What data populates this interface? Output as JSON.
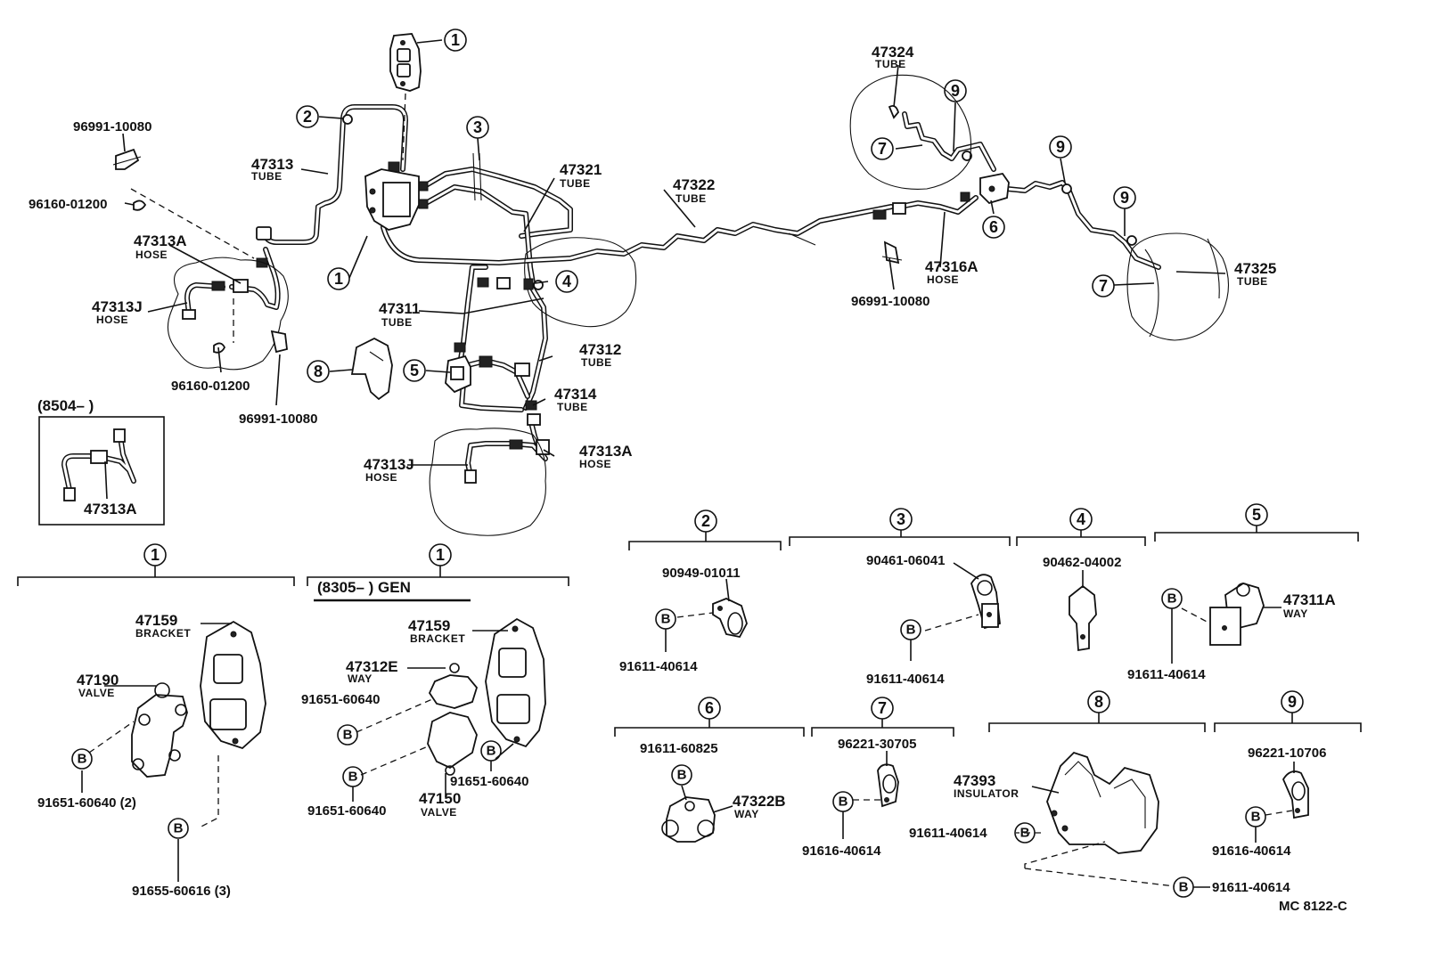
{
  "labels": {
    "n96991_a": "96991-10080",
    "n96160_a": "96160-01200",
    "n47313": "47313",
    "n47313_sub": "TUBE",
    "n47313A_a": "47313A",
    "n47313A_a_sub": "HOSE",
    "n47313J_a": "47313J",
    "n47313J_a_sub": "HOSE",
    "n96160_b": "96160-01200",
    "n96991_b": "96991-10080",
    "n47321": "47321",
    "n47321_sub": "TUBE",
    "n47322": "47322",
    "n47322_sub": "TUBE",
    "n47311": "47311",
    "n47311_sub": "TUBE",
    "n47312": "47312",
    "n47312_sub": "TUBE",
    "n47314": "47314",
    "n47314_sub": "TUBE",
    "n47313A_b": "47313A",
    "n47313A_b_sub": "HOSE",
    "n47313J_b": "47313J",
    "n47313J_b_sub": "HOSE",
    "n47324": "47324",
    "n47324_sub": "TUBE",
    "n47316A": "47316A",
    "n47316A_sub": "HOSE",
    "n96991_c": "96991-10080",
    "n47325": "47325",
    "n47325_sub": "TUBE",
    "inset_title": "(8504–          )",
    "inset_part": "47313A",
    "d1a_47159": "47159",
    "d1a_47159_sub": "BRACKET",
    "d1a_47190": "47190",
    "d1a_47190_sub": "VALVE",
    "d1a_91651": "91651-60640 (2)",
    "d1a_91655": "91655-60616 (3)",
    "d1b_header": "(8305–          ) GEN",
    "d1b_47159": "47159",
    "d1b_47159_sub": "BRACKET",
    "d1b_47312E": "47312E",
    "d1b_47312E_sub": "WAY",
    "d1b_91651_a": "91651-60640",
    "d1b_91651_b": "91651-60640",
    "d1b_91651_c": "91651-60640",
    "d1b_47150": "47150",
    "d1b_47150_sub": "VALVE",
    "d2_90949": "90949-01011",
    "d2_91611": "91611-40614",
    "d3_90461": "90461-06041",
    "d3_91611": "91611-40614",
    "d4_90462": "90462-04002",
    "d5_47311A": "47311A",
    "d5_47311A_sub": "WAY",
    "d5_91611": "91611-40614",
    "d6_91611": "91611-60825",
    "d6_47322B": "47322B",
    "d6_47322B_sub": "WAY",
    "d7_96221": "96221-30705",
    "d7_91616": "91616-40614",
    "d8_47393": "47393",
    "d8_47393_sub": "INSULATOR",
    "d8_91611_a": "91611-40614",
    "d8_91611_b": "91611-40614",
    "d9_96221": "96221-10706",
    "d9_91616": "91616-40614",
    "footer_code": "MC  8122-C"
  },
  "callout_numbers": [
    "1",
    "2",
    "3",
    "4",
    "5",
    "6",
    "7",
    "8",
    "9"
  ],
  "bolt_letter": "B"
}
